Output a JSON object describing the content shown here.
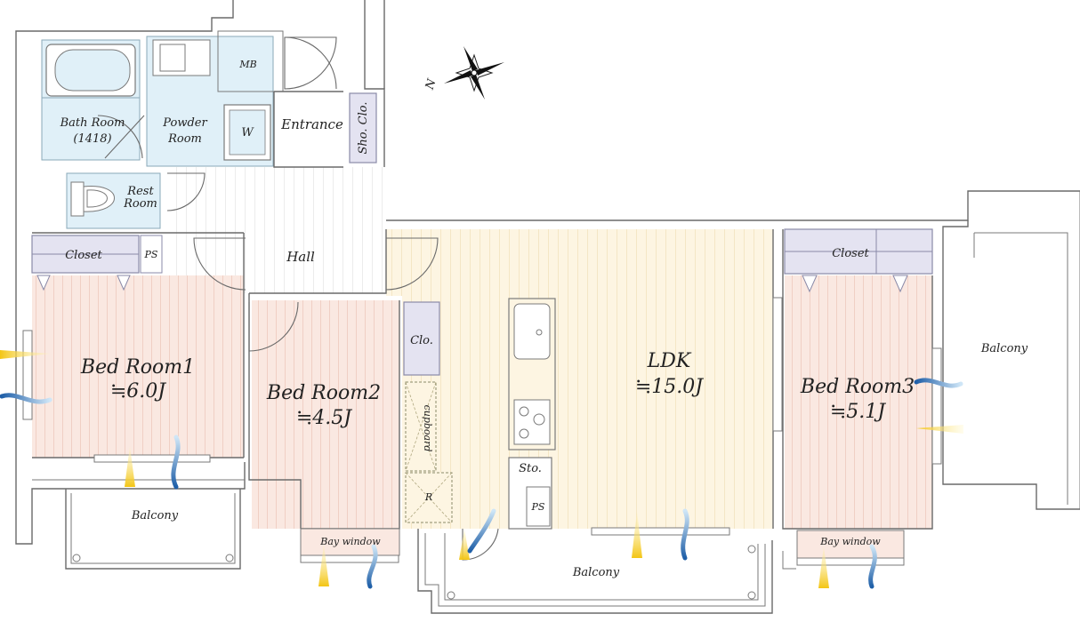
{
  "rooms": {
    "bath_room": "Bath Room",
    "bath_size": "(1418)",
    "powder_room_1": "Powder",
    "powder_room_2": "Room",
    "mb": "MB",
    "washer": "W",
    "entrance": "Entrance",
    "shoe_closet": "Sho. Clo.",
    "rest_room_1": "Rest",
    "rest_room_2": "Room",
    "hall": "Hall",
    "closet_left": "Closet",
    "ps_left": "PS",
    "closet_right": "Closet",
    "bedroom1": "Bed Room1",
    "bedroom1_size": "≒6.0J",
    "bedroom2": "Bed Room2",
    "bedroom2_size": "≒4.5J",
    "bedroom3": "Bed Room3",
    "bedroom3_size": "≒5.1J",
    "ldk": "LDK",
    "ldk_size": "≒15.0J",
    "clo": "Clo.",
    "cupboard": "cupboard",
    "fridge": "R",
    "storage": "Sto.",
    "ps_kitchen": "PS",
    "bay_window_2": "Bay window",
    "bay_window_3": "Bay window",
    "balcony_left": "Balcony",
    "balcony_center": "Balcony",
    "balcony_right": "Balcony",
    "north_mark": "N"
  },
  "colors": {
    "bedroom_fill": "#fae8e1",
    "bedroom_stripe": "#e7b6a6",
    "ldk_fill": "#fdf5e2",
    "ldk_stripe": "#ecd6a8",
    "wet_fill": "#e0f0f8",
    "closet_fill": "#e4e3f1",
    "floor_grey_stripe": "#d9d9d9",
    "light_arrow": "#f3c514",
    "wind_arrow": "#2f6fb5"
  },
  "icons": [
    "compass-rose-icon",
    "sunlight-arrow-icon",
    "ventilation-arrow-icon",
    "bathtub-icon",
    "toilet-icon",
    "sink-icon",
    "stove-icon"
  ]
}
